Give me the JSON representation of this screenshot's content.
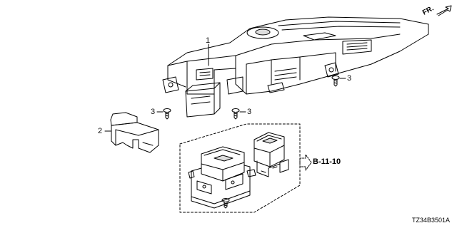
{
  "diagram": {
    "direction_marker": "FR.",
    "reference_label": "B-11-10",
    "part_code": "TZ34B3501A",
    "callouts": {
      "console_panel": "1",
      "cover": "2",
      "screw_right": "3",
      "screw_center": "3",
      "screw_left": "3"
    }
  }
}
